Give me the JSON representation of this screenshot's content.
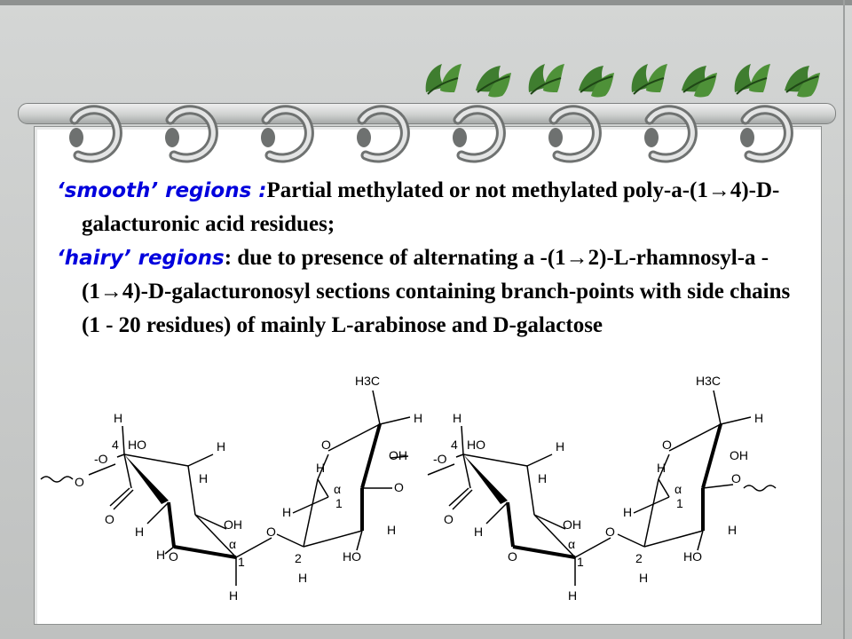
{
  "paragraphs": [
    {
      "term": "‘smooth’ regions :",
      "body": "Partial methylated or not methylated poly-a-(1→4)-D-galacturonic acid residues;"
    },
    {
      "term": "‘hairy’ regions",
      "body": ": due to presence of alternating a -(1→2)-L-rhamnosyl-a -(1→4)-D-galacturonosyl sections containing branch-points with side  chains (1 - 20 residues) of mainly L-arabinose and D-galactose"
    }
  ],
  "structure_labels": {
    "h3c": "H3C",
    "h": "H",
    "ho": "HO",
    "oh": "OH",
    "o": "O",
    "o_minus": "-O",
    "alpha": "α",
    "c1": "1",
    "c2": "2",
    "c4": "4"
  },
  "colors": {
    "term_blue": "#0000dd",
    "leaf_green": "#3f7d2f",
    "paper": "#ffffff",
    "frame": "#c9cbca"
  }
}
